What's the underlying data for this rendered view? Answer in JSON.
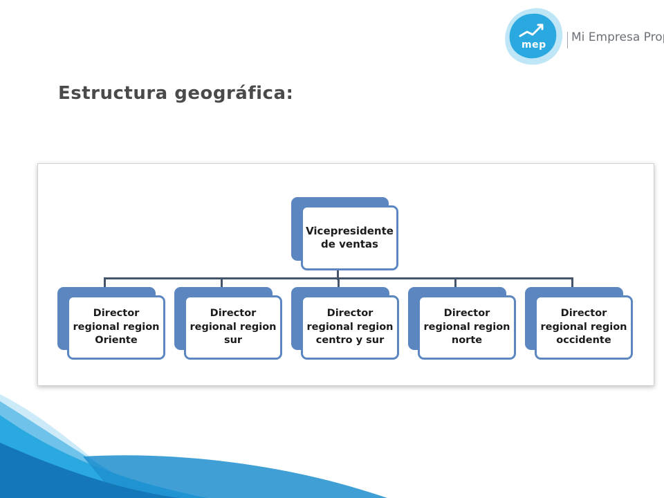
{
  "brand": {
    "mark": "mep",
    "name": "Mi Empresa Propia"
  },
  "slide": {
    "title": "Estructura geográfica:"
  },
  "chart": {
    "root": {
      "label": "Vicepresidente\nde ventas"
    },
    "children": [
      {
        "label": "Director\nregional region\nOriente"
      },
      {
        "label": "Director\nregional region\nsur"
      },
      {
        "label": "Director\nregional region\ncentro y sur"
      },
      {
        "label": "Director\nregional region\nnorte"
      },
      {
        "label": "Director\nregional region\noccidente"
      }
    ]
  },
  "colors": {
    "node_fill": "#5b86c0",
    "connector": "#44546a",
    "title_text": "#4a4a4a",
    "decor_blue": "#2aa8e0"
  }
}
